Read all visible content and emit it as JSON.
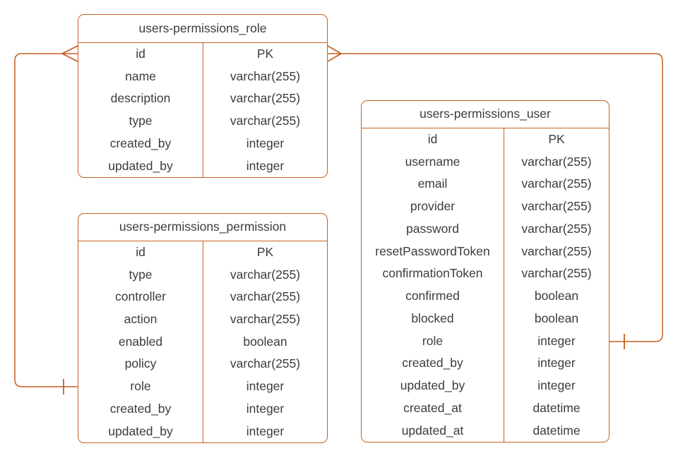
{
  "colors": {
    "accent": "#C75F22",
    "text": "#3C3C3C",
    "background": "#FFFFFF"
  },
  "tables": [
    {
      "title": "users-permissions_role",
      "rows": [
        {
          "field": "id",
          "type": "PK"
        },
        {
          "field": "name",
          "type": "varchar(255)"
        },
        {
          "field": "description",
          "type": "varchar(255)"
        },
        {
          "field": "type",
          "type": "varchar(255)"
        },
        {
          "field": "created_by",
          "type": "integer"
        },
        {
          "field": "updated_by",
          "type": "integer"
        }
      ]
    },
    {
      "title": "users-permissions_permission",
      "rows": [
        {
          "field": "id",
          "type": "PK"
        },
        {
          "field": "type",
          "type": "varchar(255)"
        },
        {
          "field": "controller",
          "type": "varchar(255)"
        },
        {
          "field": "action",
          "type": "varchar(255)"
        },
        {
          "field": "enabled",
          "type": "boolean"
        },
        {
          "field": "policy",
          "type": "varchar(255)"
        },
        {
          "field": "role",
          "type": "integer"
        },
        {
          "field": "created_by",
          "type": "integer"
        },
        {
          "field": "updated_by",
          "type": "integer"
        }
      ]
    },
    {
      "title": "users-permissions_user",
      "rows": [
        {
          "field": "id",
          "type": "PK"
        },
        {
          "field": "username",
          "type": "varchar(255)"
        },
        {
          "field": "email",
          "type": "varchar(255)"
        },
        {
          "field": "provider",
          "type": "varchar(255)"
        },
        {
          "field": "password",
          "type": "varchar(255)"
        },
        {
          "field": "resetPasswordToken",
          "type": "varchar(255)"
        },
        {
          "field": "confirmationToken",
          "type": "varchar(255)"
        },
        {
          "field": "confirmed",
          "type": "boolean"
        },
        {
          "field": "blocked",
          "type": "boolean"
        },
        {
          "field": "role",
          "type": "integer"
        },
        {
          "field": "created_by",
          "type": "integer"
        },
        {
          "field": "updated_by",
          "type": "integer"
        },
        {
          "field": "created_at",
          "type": "datetime"
        },
        {
          "field": "updated_at",
          "type": "datetime"
        }
      ]
    }
  ],
  "relations": [
    {
      "from_table": "users-permissions_role",
      "from_field": "id",
      "from_marker": "many (crow's foot)",
      "to_table": "users-permissions_permission",
      "to_field": "role",
      "to_marker": "one (tick)"
    },
    {
      "from_table": "users-permissions_role",
      "from_field": "id",
      "from_marker": "many (crow's foot)",
      "to_table": "users-permissions_user",
      "to_field": "role",
      "to_marker": "one (tick)"
    }
  ]
}
